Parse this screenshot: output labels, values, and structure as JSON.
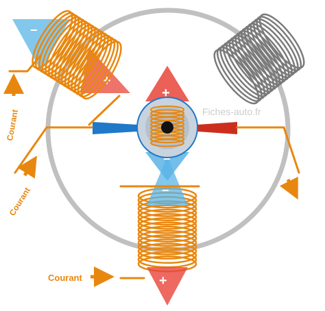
{
  "diagram": {
    "watermark": "Fiches-auto.fr",
    "labels": {
      "current_top_left": "Courant",
      "current_left": "Courant",
      "current_bottom": "Courant"
    },
    "polarity": {
      "top_coil_minus": "−",
      "top_coil_plus": "+",
      "rotor_plus": "+",
      "rotor_minus": "−",
      "bottom_coil_minus": "−",
      "bottom_coil_plus": "+"
    },
    "colors": {
      "coil_active": "#e8870f",
      "coil_inactive": "#7a7a7a",
      "stator_ring": "#c0c0c0",
      "north_red": "#e8443a",
      "south_blue": "#5ab4e6",
      "arrow": "#e8870f"
    }
  }
}
